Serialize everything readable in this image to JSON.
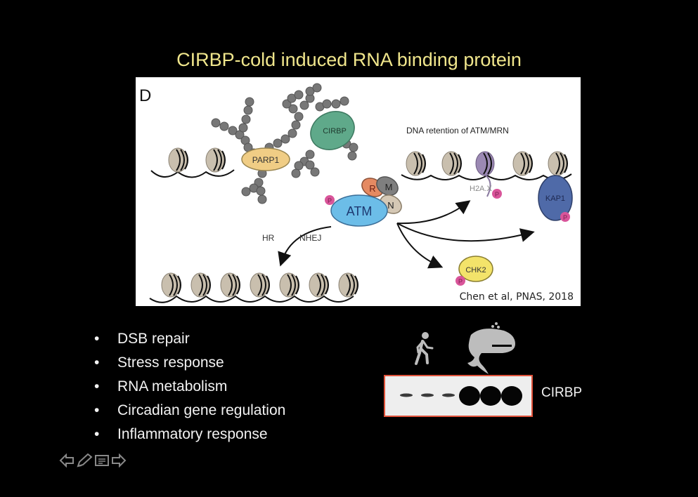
{
  "slide": {
    "title": "CIRBP-cold induced RNA binding protein",
    "figure": {
      "panel_label": "D",
      "labels": {
        "parp1": "PARP1",
        "cirbp": "CIRBP",
        "dna_retention": "DNA retention of ATM/MRN",
        "atm": "ATM",
        "r": "R",
        "m": "M",
        "n": "N",
        "p": "P",
        "h2ax": "H2A.X",
        "kap1": "KAP1",
        "chk2": "CHK2",
        "hr": "HR",
        "nhej": "NHEJ"
      },
      "citation": "Chen et al, PNAS, 2018"
    },
    "bullets": [
      "DSB repair",
      "Stress response",
      "RNA metabolism",
      "Circadian gene regulation",
      "Inflammatory response"
    ],
    "bullet_glyph": "•",
    "blot": {
      "label": "CIRBP",
      "icons": [
        "walking-person-icon",
        "whale-icon"
      ],
      "lanes": [
        {
          "group": "human",
          "intensity": "weak"
        },
        {
          "group": "human",
          "intensity": "weak"
        },
        {
          "group": "human",
          "intensity": "weak"
        },
        {
          "group": "whale",
          "intensity": "strong"
        },
        {
          "group": "whale",
          "intensity": "strong"
        },
        {
          "group": "whale",
          "intensity": "strong"
        }
      ]
    },
    "nav": [
      "previous-icon",
      "pen-icon",
      "notes-icon",
      "next-icon"
    ]
  },
  "colors": {
    "title": "#f0e68c",
    "blot_border": "#e0533b",
    "atm": "#6cbde8",
    "cirbp": "#5fa98a",
    "parp1": "#f0cd85",
    "chk2": "#f3e36a",
    "kap1": "#4f6aa8",
    "phospho": "#d9559a"
  }
}
